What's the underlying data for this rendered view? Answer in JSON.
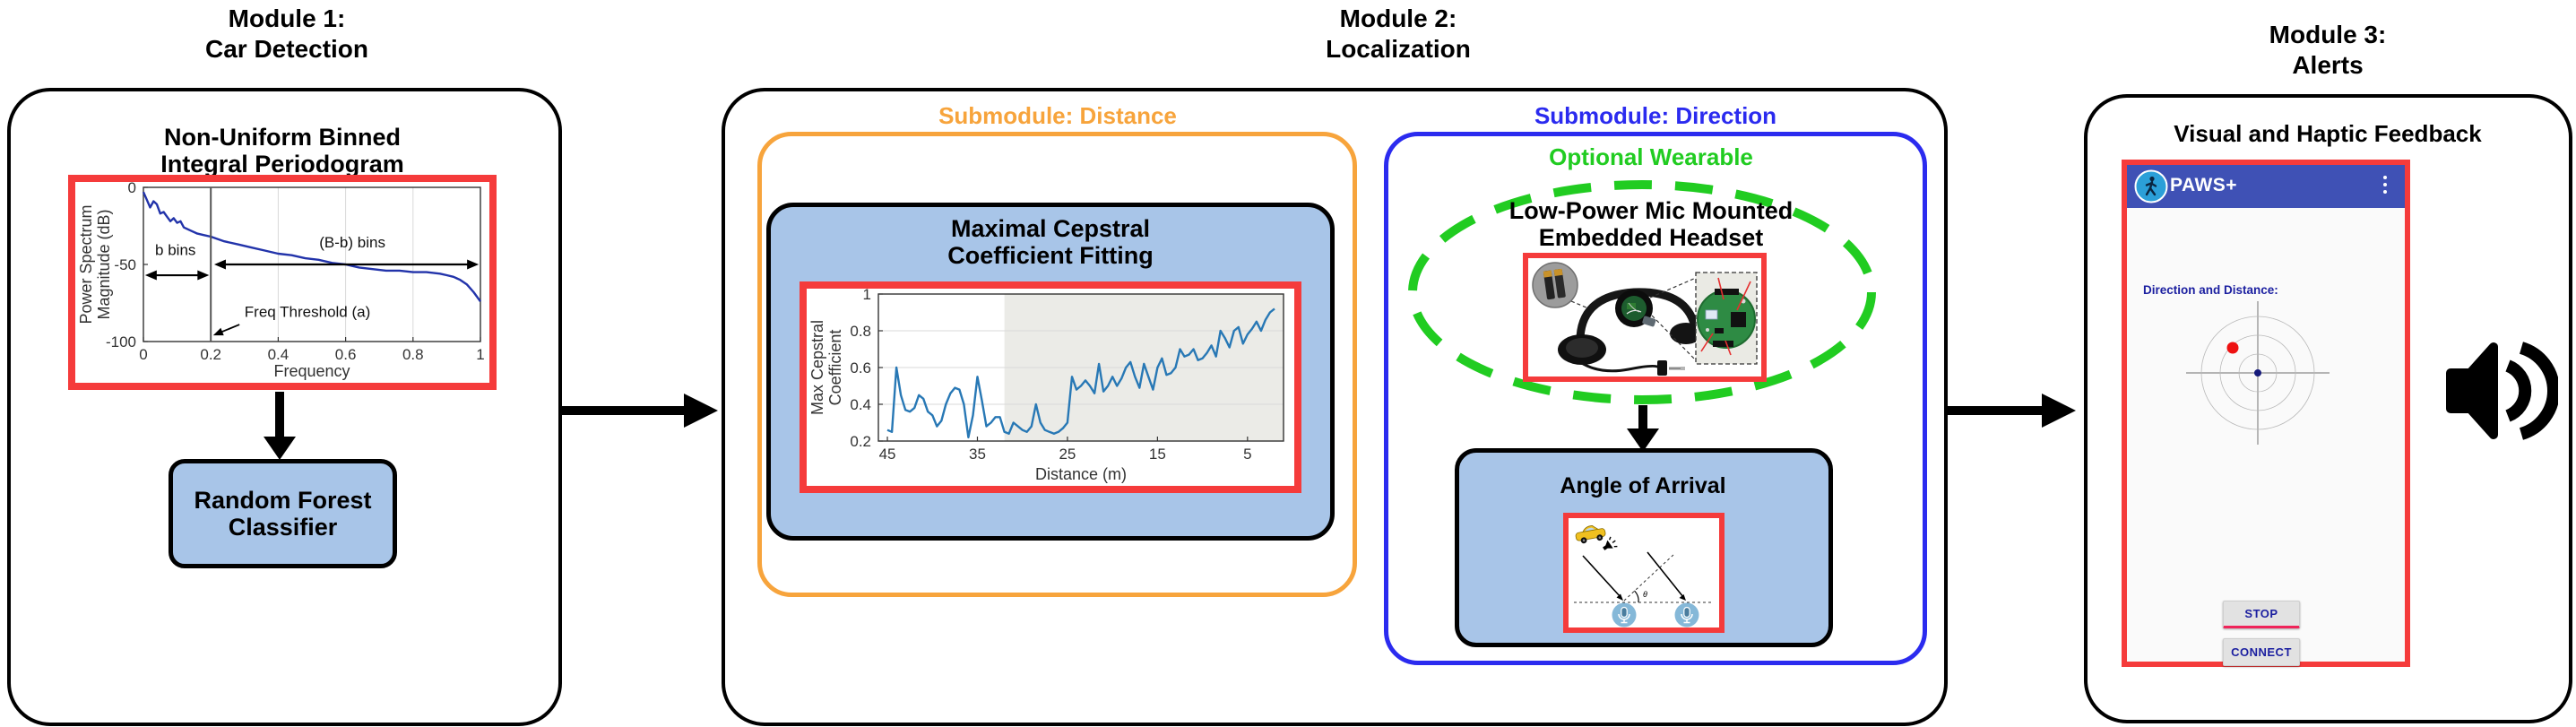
{
  "figure": {
    "module1": {
      "title": [
        "Module 1:",
        "Car Detection"
      ],
      "chart_title": [
        "Non-Uniform Binned",
        "Integral Periodogram"
      ],
      "classifier": [
        "Random Forest",
        "Classifier"
      ]
    },
    "module2": {
      "title": [
        "Module 2:",
        "Localization"
      ],
      "distance": {
        "submodule_label": "Submodule: Distance",
        "box_title": [
          "Maximal Cepstral",
          "Coefficient Fitting"
        ]
      },
      "direction": {
        "submodule_label": "Submodule: Direction",
        "optional_label": "Optional Wearable",
        "headset_title": [
          "Low-Power Mic Mounted",
          "Embedded Headset"
        ],
        "aoa_title": "Angle of Arrival",
        "theta_label": "θ"
      }
    },
    "module3": {
      "title": [
        "Module 3:",
        "Alerts"
      ],
      "feedback_title": "Visual and Haptic Feedback",
      "phone": {
        "app_name": "PAWS+",
        "direction_label": "Direction and Distance:",
        "stop_button": "STOP",
        "connect_button": "CONNECT"
      }
    }
  },
  "colors": {
    "red_frame": "#F53B3B",
    "light_blue_fill": "#A8C5E8",
    "orange": "#F7A43C",
    "direction_blue": "#2B2BEF",
    "wearable_green": "#21CC21",
    "phone_header_indigo": "#3F51B5",
    "phone_navy_text": "#1B1FA0",
    "stop_underline": "#F0245A",
    "periodogram_line": "#2233AA",
    "cepstral_line": "#2878B5",
    "radar_red_dot": "#EE1111",
    "radar_center_dot": "#151A7A"
  },
  "icons": [
    "walking-person-icon",
    "kebab-menu-icon",
    "speaker-audio-icon",
    "microphone-icon",
    "car-icon",
    "headset-photo",
    "battery-inset",
    "circuit-board"
  ],
  "chart_data": [
    {
      "id": "periodogram",
      "type": "line",
      "title": "Non-Uniform Binned Integral Periodogram",
      "xlabel": "Frequency",
      "ylabel_lines": [
        "Power Spectrum",
        "Magnitude (dB)"
      ],
      "xlim": [
        0,
        1
      ],
      "ylim": [
        -100,
        0
      ],
      "xticks": [
        0,
        0.2,
        0.4,
        0.6,
        0.8,
        1
      ],
      "yticks": [
        0,
        -50,
        -100
      ],
      "grid_x": [
        0.4,
        0.6,
        0.8
      ],
      "line_color": "#2233AA",
      "x": [
        0,
        0.01,
        0.02,
        0.03,
        0.04,
        0.05,
        0.06,
        0.07,
        0.08,
        0.09,
        0.1,
        0.11,
        0.12,
        0.14,
        0.16,
        0.18,
        0.2,
        0.24,
        0.28,
        0.32,
        0.36,
        0.4,
        0.44,
        0.48,
        0.52,
        0.56,
        0.6,
        0.64,
        0.68,
        0.72,
        0.76,
        0.8,
        0.84,
        0.88,
        0.9,
        0.92,
        0.94,
        0.96,
        0.98,
        1.0
      ],
      "y": [
        -3,
        -8,
        -13,
        -9,
        -11,
        -17,
        -16,
        -19,
        -22,
        -20,
        -23,
        -22,
        -26,
        -28,
        -30,
        -31,
        -32,
        -35,
        -37,
        -39,
        -41,
        -43,
        -44,
        -46,
        -47,
        -49,
        -50,
        -52,
        -53,
        -54,
        -54,
        -55,
        -55,
        -56,
        -57,
        -58,
        -60,
        -63,
        -68,
        -74
      ],
      "annotations": {
        "vline_x": 0.2,
        "spans": [
          {
            "label": "b bins",
            "y": -57,
            "from": 0.005,
            "to": 0.195,
            "label_x": 0.095,
            "label_y": -44
          },
          {
            "label": "(B-b) bins",
            "y": -50,
            "from": 0.21,
            "to": 0.995,
            "label_x": 0.62,
            "label_y": -39
          }
        ],
        "pointer": {
          "label": "Freq Threshold (a)",
          "text_x": 0.3,
          "text_y": -84,
          "from": [
            0.285,
            -89
          ],
          "to": [
            0.207,
            -96
          ]
        }
      }
    },
    {
      "id": "cepstral",
      "type": "line",
      "title": "Maximal Cepstral Coefficient Fitting",
      "xlabel": "Distance (m)",
      "ylabel_lines": [
        "Max Cepstral",
        "Coefficient"
      ],
      "xlim": [
        46,
        1
      ],
      "ylim": [
        0.2,
        1
      ],
      "xticks": [
        45,
        35,
        25,
        15,
        5
      ],
      "yticks": [
        0.2,
        0.4,
        0.6,
        0.8,
        1
      ],
      "grid_y": [
        0.4,
        0.6,
        0.8
      ],
      "shaded_region": {
        "x_from": 32,
        "x_to": 1,
        "color": "#EBEBE7"
      },
      "line_color": "#2878B5",
      "x": [
        45,
        44.5,
        44,
        43.5,
        43,
        42.5,
        42,
        41.5,
        41,
        40.5,
        40,
        39.5,
        39,
        38.5,
        38,
        37.5,
        37,
        36.5,
        36,
        35.5,
        35,
        34.5,
        34,
        33.5,
        33,
        32.5,
        32,
        31.5,
        31,
        30.5,
        30,
        29.5,
        29,
        28.5,
        28,
        27.5,
        27,
        26.5,
        26,
        25.5,
        25,
        24.5,
        24,
        23.5,
        23,
        22.5,
        22,
        21.5,
        21,
        20.5,
        20,
        19.5,
        19,
        18.5,
        18,
        17.5,
        17,
        16.5,
        16,
        15.5,
        15,
        14.5,
        14,
        13.5,
        13,
        12.5,
        12,
        11.5,
        11,
        10.5,
        10,
        9.5,
        9,
        8.5,
        8,
        7.5,
        7,
        6.5,
        6,
        5.5,
        5,
        4.5,
        4,
        3.5,
        3,
        2.5,
        2
      ],
      "y": [
        0.26,
        0.25,
        0.6,
        0.45,
        0.37,
        0.36,
        0.38,
        0.45,
        0.43,
        0.36,
        0.34,
        0.28,
        0.31,
        0.4,
        0.46,
        0.49,
        0.48,
        0.4,
        0.22,
        0.34,
        0.55,
        0.42,
        0.28,
        0.3,
        0.33,
        0.33,
        0.25,
        0.24,
        0.3,
        0.28,
        0.26,
        0.25,
        0.28,
        0.4,
        0.3,
        0.26,
        0.25,
        0.24,
        0.25,
        0.27,
        0.3,
        0.55,
        0.48,
        0.5,
        0.53,
        0.5,
        0.46,
        0.62,
        0.47,
        0.5,
        0.55,
        0.5,
        0.54,
        0.6,
        0.63,
        0.55,
        0.49,
        0.62,
        0.55,
        0.48,
        0.6,
        0.65,
        0.56,
        0.57,
        0.6,
        0.7,
        0.66,
        0.67,
        0.7,
        0.64,
        0.65,
        0.68,
        0.72,
        0.66,
        0.8,
        0.76,
        0.71,
        0.8,
        0.82,
        0.73,
        0.78,
        0.81,
        0.85,
        0.8,
        0.86,
        0.9,
        0.92
      ]
    }
  ]
}
